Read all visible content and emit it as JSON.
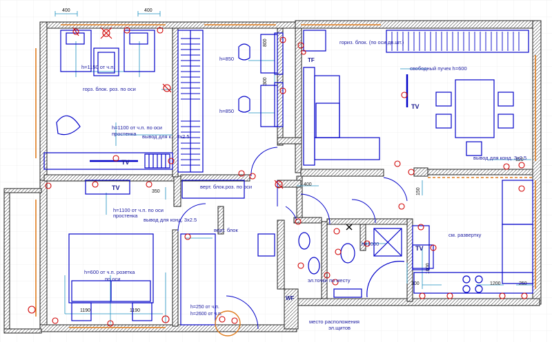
{
  "dimensions": {
    "top_left": "400",
    "top_mid": "400",
    "d_800": "800",
    "d_300": "300",
    "d_350": "350",
    "d_400_corr": "400",
    "d_120": "120",
    "d_150": "150",
    "d_300_kitchen": "300",
    "d_1000": "1000",
    "d_1200": "1200",
    "d_250": "250",
    "d_1190_a": "1190",
    "d_1190_b": "1190"
  },
  "labels": {
    "h1150": "h=1150 от ч.п.",
    "horiz_block": "горз. блок. роз. по оси",
    "h850_top": "h=850",
    "h850_bottom": "h=850",
    "h1100_top": "h=1100 от ч.п. по оси",
    "prostenka_top": "простенка",
    "vyvod_top": "вывод для к... 3х2.5",
    "vert_block_roz": "верт. блок.роз. по оси",
    "horiz_block_right": "гориз. блок. (по оси дв.шт.)",
    "svobodny": "свободный пучек h=600",
    "vyvod_kitchen": "вывод для конд. 3х2.5",
    "h1100_bottom": "h=1100 от ч.п. по оси",
    "prostenka_bottom": "простенка",
    "vyvod_bottom": "вывод для конд. 3х2.5",
    "vert_block": "верт. блок",
    "h600": "h=600 от ч.п. розетка",
    "po_osi": "по оси",
    "sm_razvertku": "см. развертку",
    "h1000": "h=1000",
    "el_tochki": "эл.точки по месту",
    "h250": "h=250 от ч.п.",
    "h2600": "h=2600 от ч.п.",
    "mesto": "место расположения",
    "el_shchitov": "эл.щитов",
    "wf": "WF",
    "tf": "TF"
  },
  "tv_labels": {
    "tv_bedroom": "TV",
    "tv_hall": "TV",
    "tv_living": "TV",
    "tv_kitchen": "TV"
  },
  "colors": {
    "wall": "#222222",
    "furniture": "#0000c8",
    "dimension": "#1a8fbf",
    "wiring": "#dd5500",
    "outlet": "#d00000"
  }
}
